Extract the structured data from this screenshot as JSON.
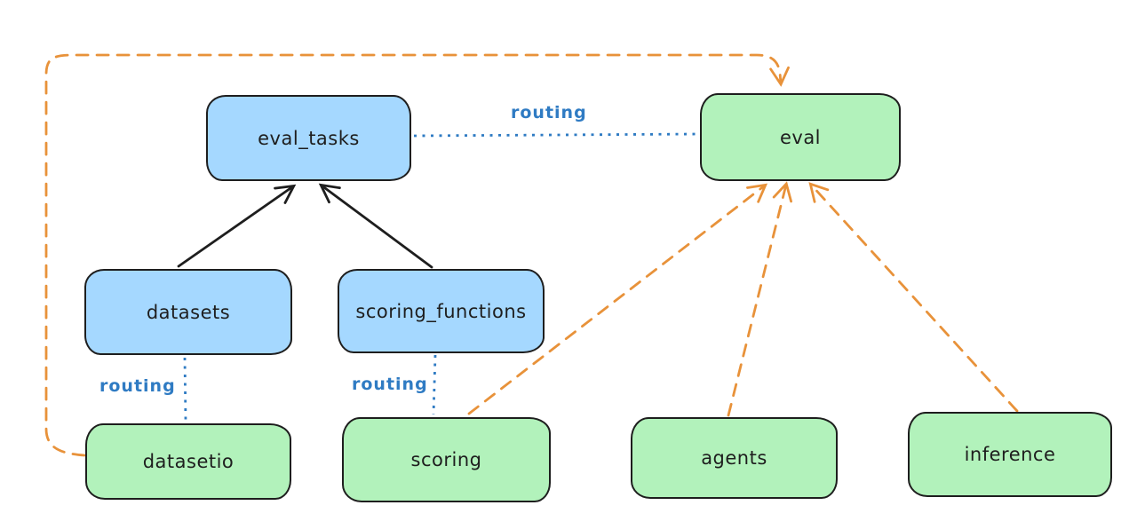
{
  "diagram_title": "",
  "colors": {
    "stroke": "#1e1e1e",
    "node_blue_fill": "#a5d8ff",
    "node_green_fill": "#b2f2bb",
    "orange": "#e8923a",
    "routing_blue": "#2f7bc3",
    "bg": "#ffffff"
  },
  "nodes": {
    "eval_tasks": {
      "label": "eval_tasks",
      "kind": "resource-blue"
    },
    "eval": {
      "label": "eval",
      "kind": "api-green"
    },
    "datasets": {
      "label": "datasets",
      "kind": "resource-blue"
    },
    "scoring_functions": {
      "label": "scoring_functions",
      "kind": "resource-blue"
    },
    "datasetio": {
      "label": "datasetio",
      "kind": "api-green"
    },
    "scoring": {
      "label": "scoring",
      "kind": "api-green"
    },
    "agents": {
      "label": "agents",
      "kind": "api-green"
    },
    "inference": {
      "label": "inference",
      "kind": "api-green"
    }
  },
  "edge_labels": {
    "eval_tasks_eval": "routing",
    "datasets_datasetio": "routing",
    "scoring_functions_scoring": "routing"
  },
  "edges": [
    {
      "from": "datasets",
      "to": "eval_tasks",
      "style": "solid-black-arrow"
    },
    {
      "from": "scoring_functions",
      "to": "eval_tasks",
      "style": "solid-black-arrow"
    },
    {
      "from": "eval_tasks",
      "to": "eval",
      "style": "blue-dotted",
      "label": "routing"
    },
    {
      "from": "datasets",
      "to": "datasetio",
      "style": "blue-dotted",
      "label": "routing"
    },
    {
      "from": "scoring_functions",
      "to": "scoring",
      "style": "blue-dotted",
      "label": "routing"
    },
    {
      "from": "datasetio",
      "to": "eval",
      "style": "orange-dashed-arrow"
    },
    {
      "from": "scoring",
      "to": "eval",
      "style": "orange-dashed-arrow"
    },
    {
      "from": "agents",
      "to": "eval",
      "style": "orange-dashed-arrow"
    },
    {
      "from": "inference",
      "to": "eval",
      "style": "orange-dashed-arrow"
    }
  ]
}
